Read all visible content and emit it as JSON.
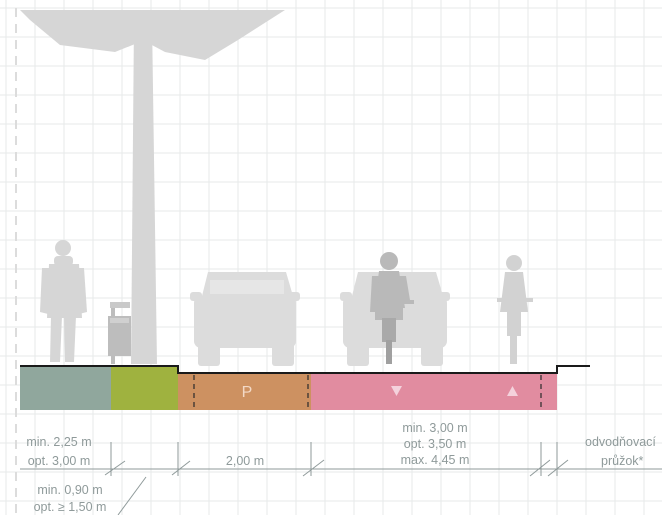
{
  "colors": {
    "grid": "#e7eaea",
    "silhouette": "#d6d6d6",
    "silhouette_dark": "#b9b9b9",
    "sidewalk": "#90a79d",
    "greenery": "#9fb23f",
    "parking": "#cd9161",
    "bike_lane": "#e18ca0",
    "dimension": "#8f9a9a",
    "kerb": "#1a1a1a"
  },
  "icons": {
    "lane_down": "triangle-down-icon",
    "lane_up": "triangle-up-icon"
  },
  "labels": {
    "parking_letter": "P",
    "sidewalk_width_min": "min. 2,25 m",
    "sidewalk_width_opt": "opt. 3,00 m",
    "greenery_width_min": "min. 0,90 m",
    "greenery_width_opt": "opt. ≥ 1,50 m",
    "parking_width": "2,00 m",
    "bike_lane_min": "min. 3,00 m",
    "bike_lane_opt": "opt. 3,50 m",
    "bike_lane_max": "max. 4,45 m",
    "drainage_line1": "odvodňovací",
    "drainage_line2": "průžok*"
  }
}
